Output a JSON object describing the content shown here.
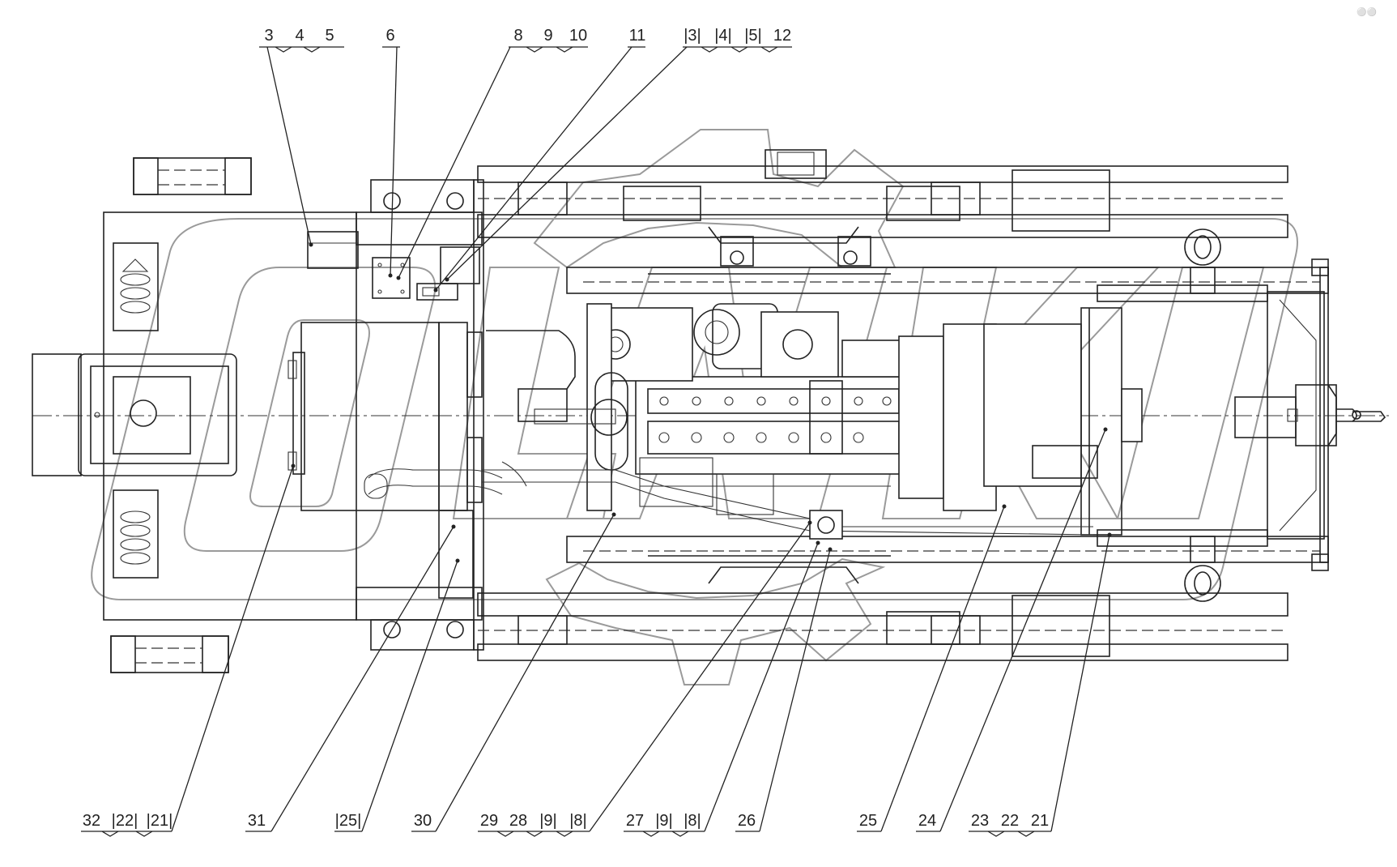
{
  "drawing": {
    "corner_mark": "⚪⚪"
  },
  "callouts": {
    "top": [
      {
        "labels": [
          "3",
          "4",
          "5"
        ]
      },
      {
        "labels": [
          "6"
        ]
      },
      {
        "labels": [
          "8",
          "9",
          "10"
        ]
      },
      {
        "labels": [
          "11"
        ]
      },
      {
        "labels": [
          "|3|",
          "|4|",
          "|5|",
          "12"
        ]
      }
    ],
    "bottom": [
      {
        "labels": [
          "32",
          "|22|",
          "|21|"
        ]
      },
      {
        "labels": [
          "31"
        ]
      },
      {
        "labels": [
          "|25|"
        ]
      },
      {
        "labels": [
          "30"
        ]
      },
      {
        "labels": [
          "29",
          "28",
          "|9|",
          "|8|"
        ]
      },
      {
        "labels": [
          "27",
          "|9|",
          "|8|"
        ]
      },
      {
        "labels": [
          "26"
        ]
      },
      {
        "labels": [
          "25"
        ]
      },
      {
        "labels": [
          "24"
        ]
      },
      {
        "labels": [
          "23",
          "22",
          "21"
        ]
      }
    ]
  }
}
